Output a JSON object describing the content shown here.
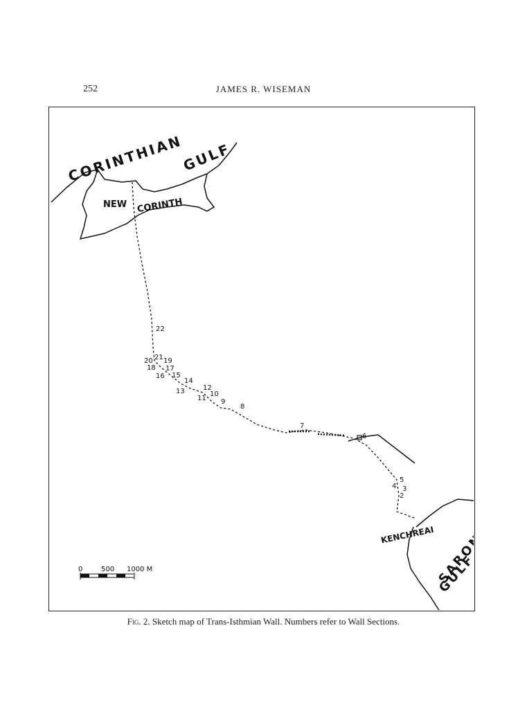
{
  "header": {
    "page_number": "252",
    "author": "JAMES R. WISEMAN"
  },
  "map": {
    "labels": {
      "gulf_north_a": "CORINTHIAN",
      "gulf_north_b": "GULF",
      "town_a": "NEW",
      "town_b": "CORINTH",
      "port": "KENCHREAI",
      "gulf_south_a": "SARONIC",
      "gulf_south_b": "GULF"
    },
    "wall_sections": [
      "2",
      "3",
      "4",
      "5",
      "6",
      "7",
      "8",
      "9",
      "10",
      "11",
      "12",
      "13",
      "14",
      "15",
      "16",
      "17",
      "18",
      "19",
      "20",
      "21",
      "22"
    ],
    "scale": {
      "tick_0": "0",
      "tick_500": "500",
      "tick_1000": "1000 M"
    }
  },
  "caption": {
    "figref": "Fig. 2.",
    "text": "Sketch map of Trans-Isthmian Wall. Numbers refer to Wall Sections."
  }
}
